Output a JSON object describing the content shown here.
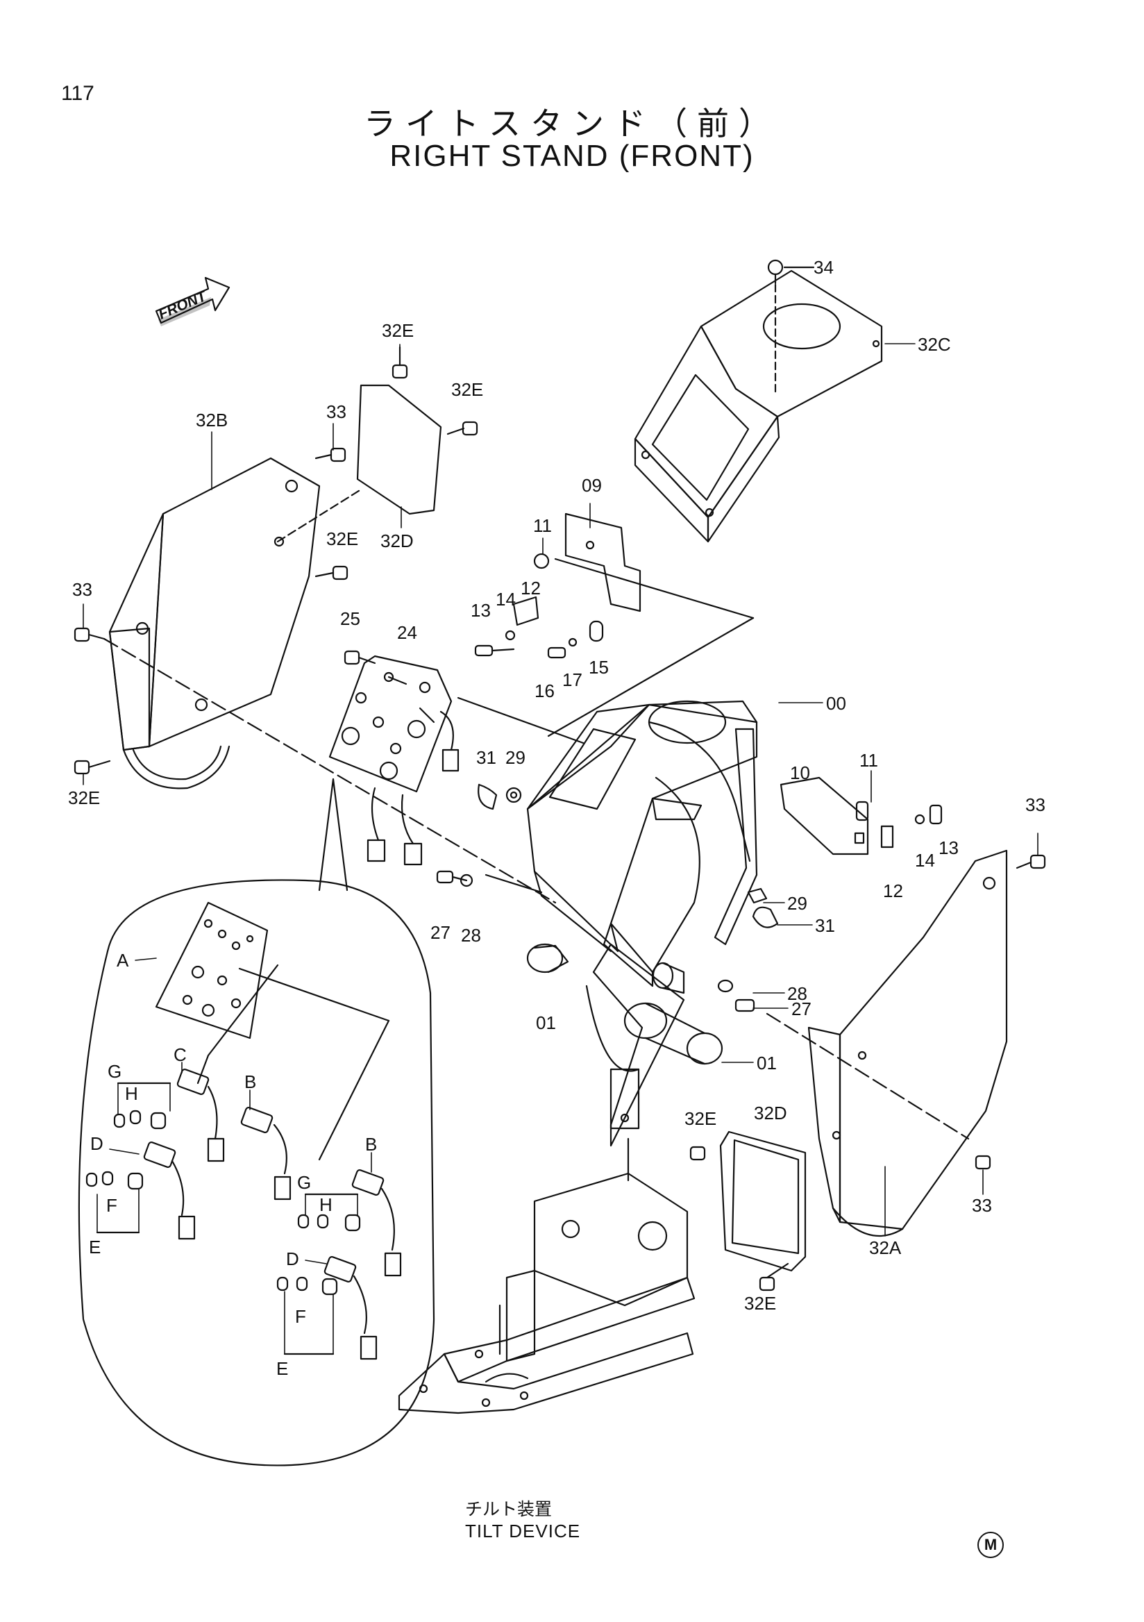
{
  "page_number": "117",
  "title_jp": "ライトスタンド（前）",
  "title_en": "RIGHT STAND (FRONT)",
  "front_label": "FRONT",
  "caption_jp": "チルト装置",
  "caption_en": "TILT DEVICE",
  "footer_mark": "M",
  "callouts": {
    "c34": "34",
    "c32C": "32C",
    "c32E_top": "32E",
    "c32E_upper": "32E",
    "c32B": "32B",
    "c33_upper": "33",
    "c32E_mid": "32E",
    "c32D_left": "32D",
    "c33_left": "33",
    "c32E_left": "32E",
    "c09": "09",
    "c11_a": "11",
    "c13_a": "13",
    "c14_a": "14",
    "c12_a": "12",
    "c16": "16",
    "c17": "17",
    "c15": "15",
    "c25": "25",
    "c24": "24",
    "c00": "00",
    "c31_a": "31",
    "c29_a": "29",
    "c10": "10",
    "c11_b": "11",
    "c13_b": "13",
    "c14_b": "14",
    "c12_b": "12",
    "c33_right": "33",
    "c27_a": "27",
    "c28_a": "28",
    "c29_b": "29",
    "c31_b": "31",
    "c28_b": "28",
    "c27_b": "27",
    "c01_left": "01",
    "c01_right": "01",
    "c32E_lower": "32E",
    "c32D_right": "32D",
    "c33_lower": "33",
    "c32E_bottom": "32E",
    "c32A": "32A"
  },
  "inset_labels": {
    "A": "A",
    "C": "C",
    "B1": "B",
    "G1": "G",
    "H1": "H",
    "D1": "D",
    "F1": "F",
    "E1": "E",
    "B2": "B",
    "G2": "G",
    "H2": "H",
    "D2": "D",
    "F2": "F",
    "E2": "E"
  }
}
